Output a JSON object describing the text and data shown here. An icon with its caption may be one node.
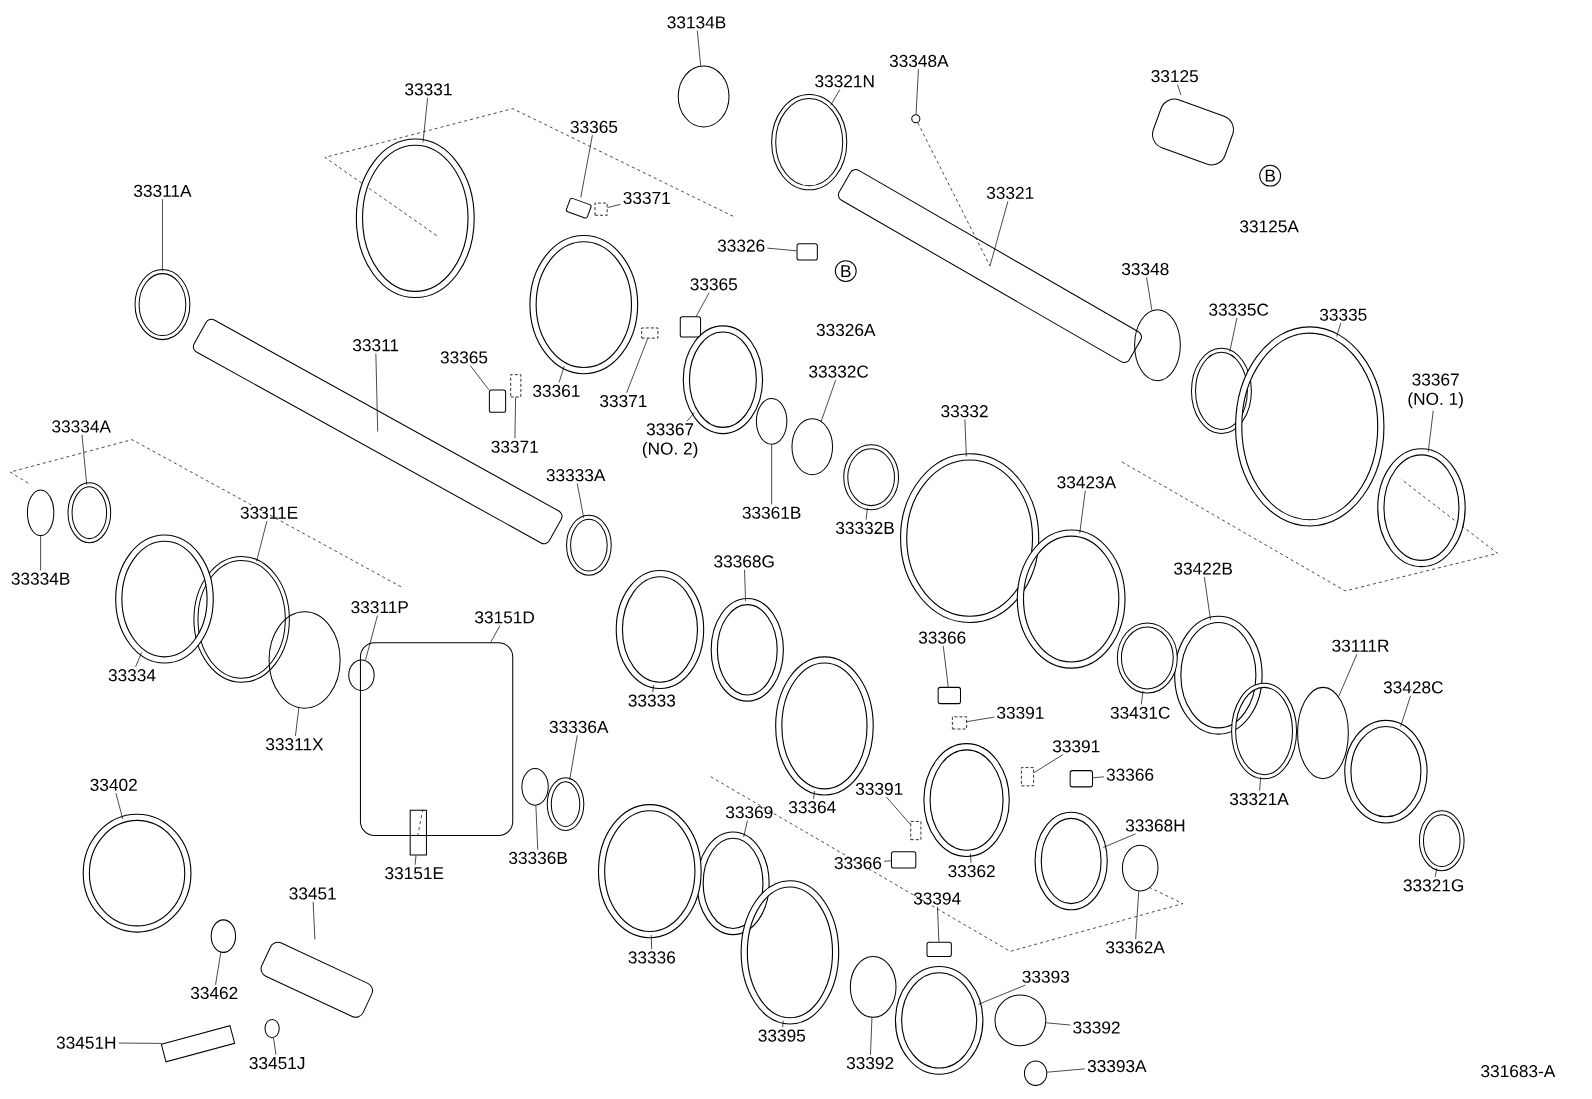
{
  "diagram": {
    "nodes": [
      {
        "text": [
          "33134B"
        ]
      },
      {
        "text": [],
        "shape": "ring"
      },
      {
        "text": [
          "33331"
        ]
      },
      {
        "text": [],
        "shape": "gear"
      },
      {
        "text": [
          "33365"
        ]
      },
      {
        "text": [],
        "shape": "key"
      },
      {
        "text": [
          "33371"
        ]
      },
      {
        "text": [],
        "shape": "spring"
      },
      {
        "text": [
          "33348A"
        ]
      },
      {
        "text": [],
        "shape": "ball"
      },
      {
        "text": [
          "33321N"
        ]
      },
      {
        "text": [],
        "shape": "bearing"
      },
      {
        "text": [
          "33125"
        ]
      },
      {
        "text": [],
        "shape": "plate"
      },
      {
        "text": [
          "33326"
        ]
      },
      {
        "text": [],
        "shape": "key"
      },
      {
        "text": [
          "33321"
        ]
      },
      {
        "text": [],
        "shape": "shaft"
      },
      {
        "text": [
          "33311A"
        ]
      },
      {
        "text": [],
        "shape": "bearing"
      },
      {
        "text": [
          "33311"
        ]
      },
      {
        "text": [],
        "shape": "shaft"
      },
      {
        "text": [
          "33365"
        ]
      },
      {
        "text": [],
        "shape": "key"
      },
      {
        "text": [
          "33371"
        ]
      },
      {
        "text": [],
        "shape": "spring"
      },
      {
        "text": [
          "33361"
        ]
      },
      {
        "text": [],
        "shape": "gear"
      },
      {
        "text": [
          "33365"
        ]
      },
      {
        "text": [],
        "shape": "key"
      },
      {
        "text": [
          "33371"
        ]
      },
      {
        "text": [],
        "shape": "spring"
      },
      {
        "text": [
          "33367",
          "(NO. 2)"
        ]
      },
      {
        "text": [],
        "shape": "gear"
      },
      {
        "text": [
          "33348"
        ]
      },
      {
        "text": [],
        "shape": "ring"
      },
      {
        "text": [
          "33335C"
        ]
      },
      {
        "text": [],
        "shape": "bearing"
      },
      {
        "text": [
          "33335"
        ]
      },
      {
        "text": [],
        "shape": "gear"
      },
      {
        "text": [
          "33367",
          "(NO. 1)"
        ]
      },
      {
        "text": [],
        "shape": "gear"
      },
      {
        "text": [
          "33332C"
        ]
      },
      {
        "text": [],
        "shape": "ring"
      },
      {
        "text": [
          "33361B"
        ]
      },
      {
        "text": [],
        "shape": "ring"
      },
      {
        "text": [
          "33332"
        ]
      },
      {
        "text": [],
        "shape": "gear"
      },
      {
        "text": [
          "33332B"
        ]
      },
      {
        "text": [],
        "shape": "bearing"
      },
      {
        "text": [
          "33334A"
        ]
      },
      {
        "text": [],
        "shape": "bearing"
      },
      {
        "text": [
          "33334B"
        ]
      },
      {
        "text": [],
        "shape": "ring"
      },
      {
        "text": [
          "33311E"
        ]
      },
      {
        "text": [],
        "shape": "bearing"
      },
      {
        "text": [
          "33334"
        ]
      },
      {
        "text": [],
        "shape": "gear"
      },
      {
        "text": [
          "33333A"
        ]
      },
      {
        "text": [],
        "shape": "bearing"
      },
      {
        "text": [
          "33423A"
        ]
      },
      {
        "text": [],
        "shape": "gear"
      },
      {
        "text": [
          "33422B"
        ]
      },
      {
        "text": [],
        "shape": "gear"
      },
      {
        "text": [
          "33311P"
        ]
      },
      {
        "text": [],
        "shape": "ring"
      },
      {
        "text": [
          "33368G"
        ]
      },
      {
        "text": [],
        "shape": "gear"
      },
      {
        "text": [
          "33151D"
        ]
      },
      {
        "text": [],
        "shape": "plate"
      },
      {
        "text": [
          "33311X"
        ]
      },
      {
        "text": [],
        "shape": "ring"
      },
      {
        "text": [
          "33333"
        ]
      },
      {
        "text": [],
        "shape": "gear"
      },
      {
        "text": [
          "33366"
        ]
      },
      {
        "text": [],
        "shape": "key"
      },
      {
        "text": [
          "33391"
        ]
      },
      {
        "text": [],
        "shape": "spring"
      },
      {
        "text": [
          "33431C"
        ]
      },
      {
        "text": [],
        "shape": "bearing"
      },
      {
        "text": [
          "33111R"
        ]
      },
      {
        "text": [],
        "shape": "ring"
      },
      {
        "text": [
          "33428C"
        ]
      },
      {
        "text": [],
        "shape": "gear"
      },
      {
        "text": [
          "33321A"
        ]
      },
      {
        "text": [],
        "shape": "bearing"
      },
      {
        "text": [
          "33402"
        ]
      },
      {
        "text": [],
        "shape": "gear"
      },
      {
        "text": [
          "33336A"
        ]
      },
      {
        "text": [],
        "shape": "bearing"
      },
      {
        "text": [
          "33364"
        ]
      },
      {
        "text": [],
        "shape": "gear"
      },
      {
        "text": [
          "33391"
        ]
      },
      {
        "text": [],
        "shape": "spring"
      },
      {
        "text": [
          "33366"
        ]
      },
      {
        "text": [],
        "shape": "key"
      },
      {
        "text": [
          "33391"
        ]
      },
      {
        "text": [],
        "shape": "spring"
      },
      {
        "text": [
          "33369"
        ]
      },
      {
        "text": [],
        "shape": "gear"
      },
      {
        "text": [
          "33368H"
        ]
      },
      {
        "text": [],
        "shape": "gear"
      },
      {
        "text": [
          "33151E"
        ]
      },
      {
        "text": [],
        "shape": "bolt"
      },
      {
        "text": [
          "33336B"
        ]
      },
      {
        "text": [],
        "shape": "ring"
      },
      {
        "text": [
          "33366"
        ]
      },
      {
        "text": [],
        "shape": "key"
      },
      {
        "text": [
          "33362"
        ]
      },
      {
        "text": [],
        "shape": "gear"
      },
      {
        "text": [
          "33394"
        ]
      },
      {
        "text": [],
        "shape": "key"
      },
      {
        "text": [
          "33362A"
        ]
      },
      {
        "text": [],
        "shape": "ring"
      },
      {
        "text": [
          "33451"
        ]
      },
      {
        "text": [],
        "shape": "pin"
      },
      {
        "text": [
          "33336"
        ]
      },
      {
        "text": [],
        "shape": "gear"
      },
      {
        "text": [
          "33393"
        ]
      },
      {
        "text": [],
        "shape": "gear"
      },
      {
        "text": [
          "33462"
        ]
      },
      {
        "text": [],
        "shape": "ring"
      },
      {
        "text": [
          "33395"
        ]
      },
      {
        "text": [],
        "shape": "gear"
      },
      {
        "text": [
          "33392"
        ]
      },
      {
        "text": [],
        "shape": "ring"
      },
      {
        "text": [
          "33392"
        ]
      },
      {
        "text": [],
        "shape": "ring"
      },
      {
        "text": [
          "33451H"
        ]
      },
      {
        "text": [],
        "shape": "bolt"
      },
      {
        "text": [
          "33451J"
        ]
      },
      {
        "text": [],
        "shape": "ring"
      },
      {
        "text": [
          "33393A"
        ]
      },
      {
        "text": [],
        "shape": "ring"
      },
      {
        "text": [
          "33321G"
        ]
      },
      {
        "text": [],
        "shape": "bearing"
      },
      {
        "text": [
          "B"
        ]
      },
      {
        "text": [
          "B"
        ]
      }
    ],
    "edges": [
      {
        "from": 0,
        "to": 1,
        "arrow": "none"
      },
      {
        "from": 2,
        "to": 3,
        "arrow": "none"
      },
      {
        "from": 4,
        "to": 5,
        "arrow": "none"
      },
      {
        "from": 6,
        "to": 7,
        "arrow": "none"
      },
      {
        "from": 8,
        "to": 9,
        "arrow": "none"
      },
      {
        "from": 10,
        "to": 11,
        "arrow": "none"
      },
      {
        "from": 12,
        "to": 13,
        "arrow": "none"
      },
      {
        "from": 14,
        "to": 15,
        "arrow": "none"
      },
      {
        "from": 16,
        "to": 17,
        "arrow": "none"
      },
      {
        "from": 18,
        "to": 19,
        "arrow": "none"
      },
      {
        "from": 20,
        "to": 21,
        "arrow": "none"
      },
      {
        "from": 22,
        "to": 23,
        "arrow": "none"
      },
      {
        "from": 24,
        "to": 25,
        "arrow": "none"
      },
      {
        "from": 26,
        "to": 27,
        "arrow": "none"
      },
      {
        "from": 28,
        "to": 29,
        "arrow": "none"
      },
      {
        "from": 30,
        "to": 31,
        "arrow": "none"
      },
      {
        "from": 32,
        "to": 33,
        "arrow": "none"
      },
      {
        "from": 34,
        "to": 35,
        "arrow": "none"
      },
      {
        "from": 36,
        "to": 37,
        "arrow": "none"
      },
      {
        "from": 38,
        "to": 39,
        "arrow": "none"
      },
      {
        "from": 40,
        "to": 41,
        "arrow": "none"
      },
      {
        "from": 42,
        "to": 43,
        "arrow": "none"
      },
      {
        "from": 44,
        "to": 45,
        "arrow": "none"
      },
      {
        "from": 46,
        "to": 47,
        "arrow": "none"
      },
      {
        "from": 48,
        "to": 49,
        "arrow": "none"
      },
      {
        "from": 50,
        "to": 51,
        "arrow": "none"
      },
      {
        "from": 52,
        "to": 53,
        "arrow": "none"
      },
      {
        "from": 54,
        "to": 55,
        "arrow": "none"
      },
      {
        "from": 56,
        "to": 57,
        "arrow": "none"
      },
      {
        "from": 58,
        "to": 59,
        "arrow": "none"
      },
      {
        "from": 60,
        "to": 61,
        "arrow": "none"
      },
      {
        "from": 62,
        "to": 63,
        "arrow": "none"
      },
      {
        "from": 64,
        "to": 65,
        "arrow": "none"
      },
      {
        "from": 66,
        "to": 67,
        "arrow": "none"
      },
      {
        "from": 68,
        "to": 69,
        "arrow": "none"
      },
      {
        "from": 70,
        "to": 71,
        "arrow": "none"
      },
      {
        "from": 72,
        "to": 73,
        "arrow": "none"
      },
      {
        "from": 74,
        "to": 75,
        "arrow": "none"
      },
      {
        "from": 76,
        "to": 77,
        "arrow": "none"
      },
      {
        "from": 78,
        "to": 79,
        "arrow": "none"
      },
      {
        "from": 80,
        "to": 81,
        "arrow": "none"
      },
      {
        "from": 82,
        "to": 83,
        "arrow": "none"
      },
      {
        "from": 84,
        "to": 85,
        "arrow": "none"
      },
      {
        "from": 86,
        "to": 87,
        "arrow": "none"
      },
      {
        "from": 88,
        "to": 89,
        "arrow": "none"
      },
      {
        "from": 90,
        "to": 91,
        "arrow": "none"
      },
      {
        "from": 92,
        "to": 93,
        "arrow": "none"
      },
      {
        "from": 94,
        "to": 95,
        "arrow": "none"
      },
      {
        "from": 96,
        "to": 97,
        "arrow": "none"
      },
      {
        "from": 98,
        "to": 99,
        "arrow": "none"
      },
      {
        "from": 100,
        "to": 101,
        "arrow": "none"
      },
      {
        "from": 102,
        "to": 103,
        "arrow": "none"
      },
      {
        "from": 104,
        "to": 105,
        "arrow": "none"
      },
      {
        "from": 106,
        "to": 107,
        "arrow": "none"
      },
      {
        "from": 108,
        "to": 109,
        "arrow": "none"
      },
      {
        "from": 110,
        "to": 111,
        "arrow": "none"
      },
      {
        "from": 112,
        "to": 113,
        "arrow": "none"
      },
      {
        "from": 114,
        "to": 115,
        "arrow": "none"
      },
      {
        "from": 116,
        "to": 117,
        "arrow": "none"
      },
      {
        "from": 118,
        "to": 119,
        "arrow": "none"
      },
      {
        "from": 120,
        "to": 121,
        "arrow": "none"
      },
      {
        "from": 122,
        "to": 123,
        "arrow": "none"
      },
      {
        "from": 124,
        "to": 125,
        "arrow": "none"
      },
      {
        "from": 126,
        "to": 127,
        "arrow": "none"
      },
      {
        "from": 128,
        "to": 129,
        "arrow": "none"
      },
      {
        "from": 130,
        "to": 131,
        "arrow": "none"
      },
      {
        "from": 132,
        "to": 133,
        "arrow": "none"
      },
      {
        "from": 134,
        "to": 135,
        "arrow": "none"
      },
      {
        "from": 9,
        "to": 17,
        "arrow": "none",
        "style": "dashed"
      },
      {
        "from": 69,
        "to": 103,
        "arrow": "none",
        "style": "dashed"
      }
    ],
    "labels": [
      "33125A",
      "33326A",
      "331683-A"
    ]
  }
}
